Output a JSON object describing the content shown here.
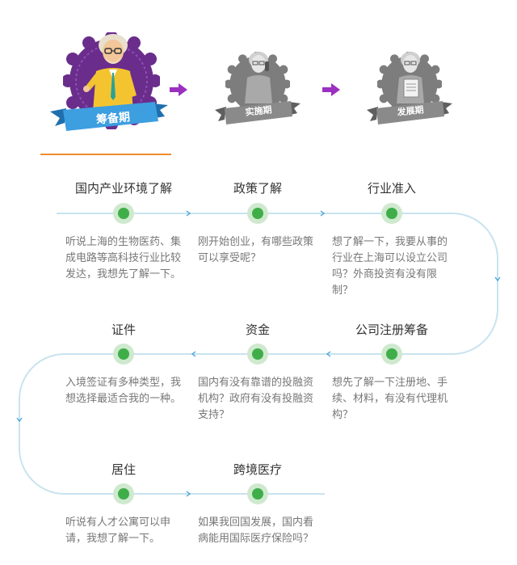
{
  "stages": [
    {
      "label": "筹备期",
      "active": true,
      "color": "#3d8fd6"
    },
    {
      "label": "实施期",
      "active": false,
      "color": "#8a8a8a"
    },
    {
      "label": "发展期",
      "active": false,
      "color": "#8a8a8a"
    }
  ],
  "colors": {
    "accent_orange": "#f08c2e",
    "arrow_purple": "#9b2fc1",
    "node_green": "#3fae49",
    "node_halo": "#cfe9cf",
    "path_line": "#c8e3f0",
    "badge_purple": "#6a2d8c"
  },
  "nodes": [
    {
      "title": "国内产业环境了解",
      "desc": "听说上海的生物医药、集成电路等高科技行业比较发达，我想先了解一下。"
    },
    {
      "title": "政策了解",
      "desc": "刚开始创业，有哪些政策可以享受呢？"
    },
    {
      "title": "行业准入",
      "desc": "想了解一下，我要从事的行业在上海可以设立公司吗？外商投资有没有限制？"
    },
    {
      "title": "公司注册筹备",
      "desc": "想先了解一下注册地、手续、材料，有没有代理机构？"
    },
    {
      "title": "资金",
      "desc": "国内有没有靠谱的投融资机构？政府有没有投融资支持？"
    },
    {
      "title": "证件",
      "desc": "入境签证有多种类型，我想选择最适合我的一种。"
    },
    {
      "title": "居住",
      "desc": "听说有人才公寓可以申请，我想了解一下。"
    },
    {
      "title": "跨境医疗",
      "desc": "如果我回国发展，国内看病能用国际医疗保险吗？"
    }
  ]
}
